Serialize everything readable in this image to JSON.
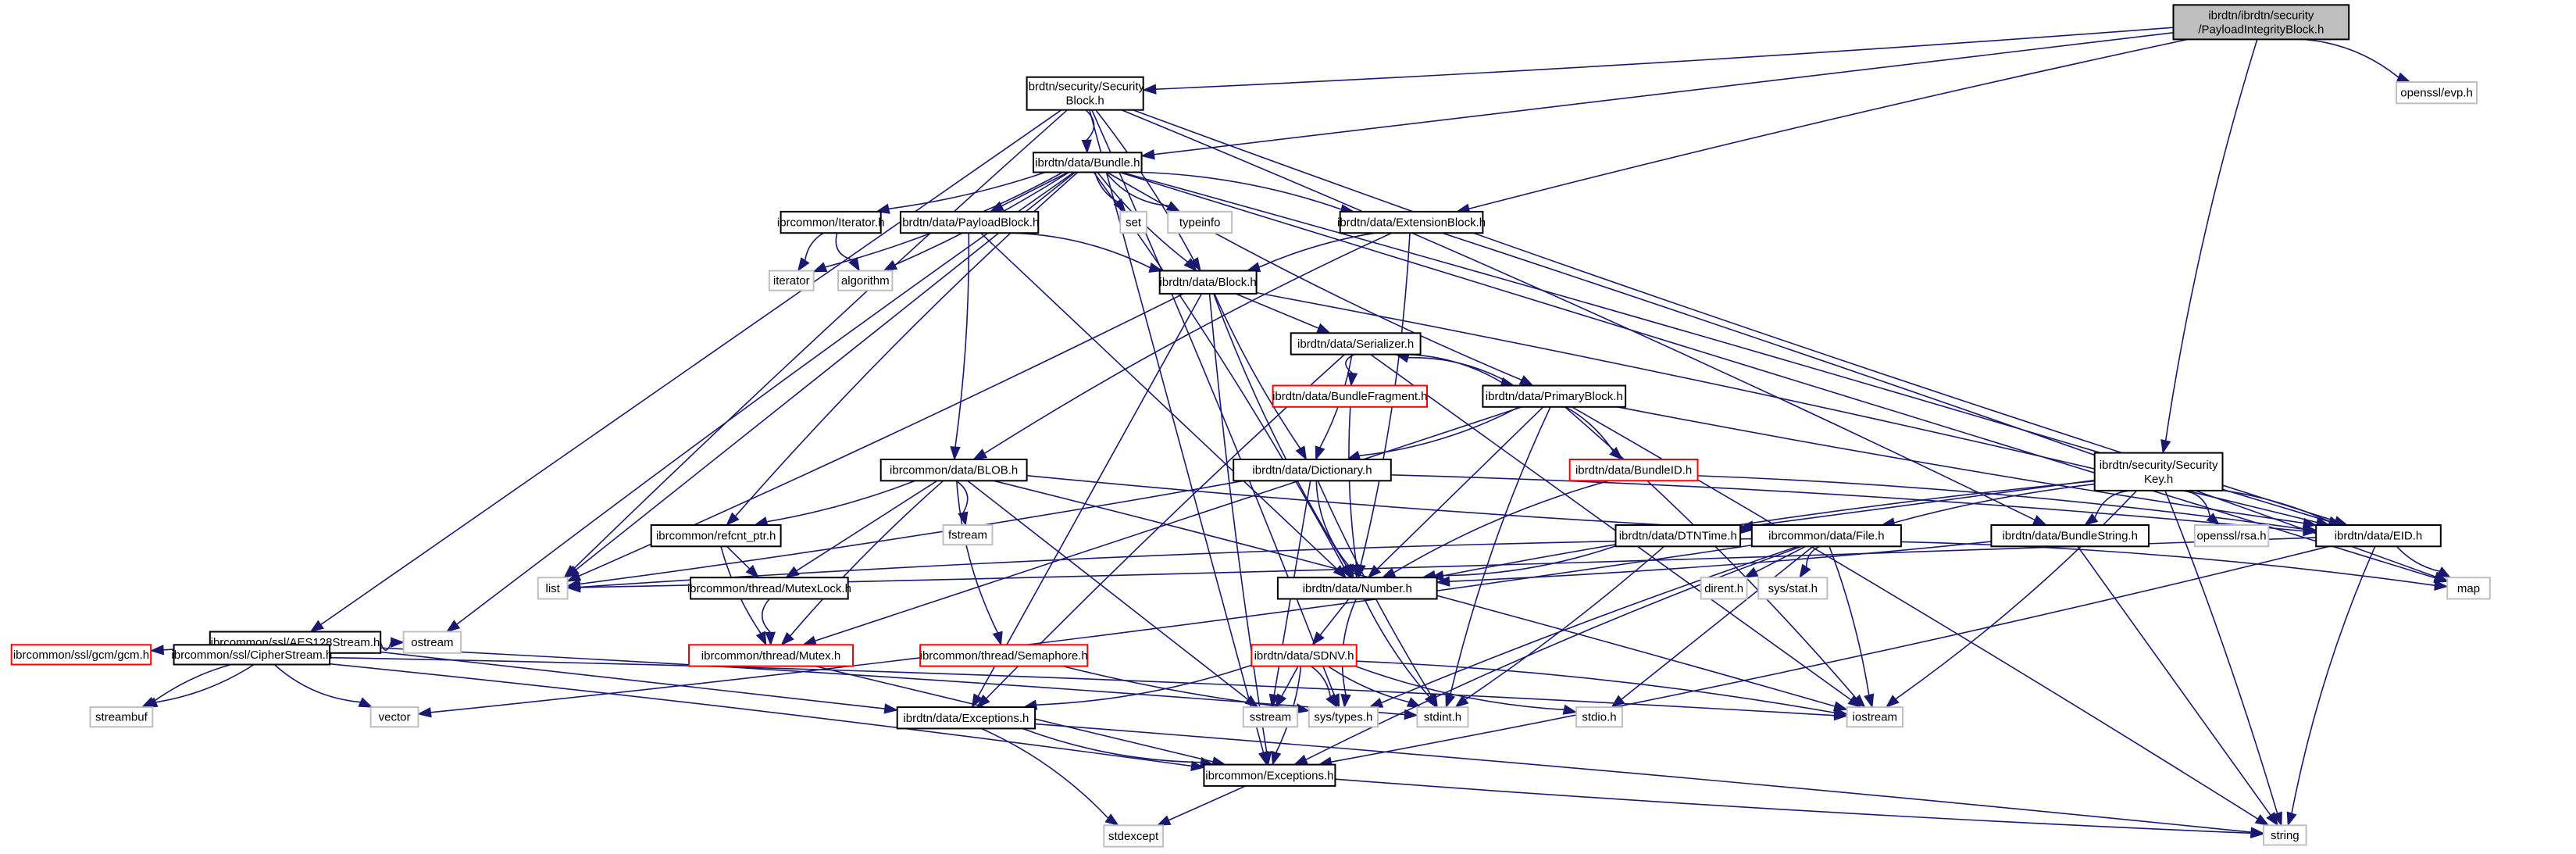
{
  "title": "Include dependency graph for ibrdtn/ibrdtn/security/PayloadIntegrityBlock.h",
  "colors": {
    "edge": "#191970",
    "root_fill": "#bfbfbf",
    "documented_border": "#000000",
    "undocumented_border": "#ff0000",
    "external_border": "#bfbfbf"
  },
  "nodes": [
    {
      "id": "pib",
      "lines": [
        "ibrdtn/ibrdtn/security",
        "/PayloadIntegrityBlock.h"
      ],
      "kind": "root"
    },
    {
      "id": "evp",
      "lines": [
        "openssl/evp.h"
      ],
      "kind": "external"
    },
    {
      "id": "secblock",
      "lines": [
        "ibrdtn/security/Security",
        "Block.h"
      ],
      "kind": "documented"
    },
    {
      "id": "bundle",
      "lines": [
        "ibrdtn/data/Bundle.h"
      ],
      "kind": "documented"
    },
    {
      "id": "set",
      "lines": [
        "set"
      ],
      "kind": "external"
    },
    {
      "id": "typeinfo",
      "lines": [
        "typeinfo"
      ],
      "kind": "external"
    },
    {
      "id": "extblock",
      "lines": [
        "ibrdtn/data/ExtensionBlock.h"
      ],
      "kind": "documented"
    },
    {
      "id": "iteratorh",
      "lines": [
        "ibrcommon/Iterator.h"
      ],
      "kind": "documented"
    },
    {
      "id": "iterator",
      "lines": [
        "iterator"
      ],
      "kind": "external"
    },
    {
      "id": "algorithm",
      "lines": [
        "algorithm"
      ],
      "kind": "external"
    },
    {
      "id": "payloadblock",
      "lines": [
        "ibrdtn/data/PayloadBlock.h"
      ],
      "kind": "documented"
    },
    {
      "id": "block",
      "lines": [
        "ibrdtn/data/Block.h"
      ],
      "kind": "documented"
    },
    {
      "id": "serializer",
      "lines": [
        "ibrdtn/data/Serializer.h"
      ],
      "kind": "documented"
    },
    {
      "id": "bfrag",
      "lines": [
        "ibrdtn/data/BundleFragment.h"
      ],
      "kind": "undocumented"
    },
    {
      "id": "primary",
      "lines": [
        "ibrdtn/data/PrimaryBlock.h"
      ],
      "kind": "documented"
    },
    {
      "id": "blob",
      "lines": [
        "ibrcommon/data/BLOB.h"
      ],
      "kind": "documented"
    },
    {
      "id": "dict",
      "lines": [
        "ibrdtn/data/Dictionary.h"
      ],
      "kind": "documented"
    },
    {
      "id": "bundleid",
      "lines": [
        "ibrdtn/data/BundleID.h"
      ],
      "kind": "undocumented"
    },
    {
      "id": "seckey",
      "lines": [
        "ibrdtn/security/Security",
        "Key.h"
      ],
      "kind": "documented"
    },
    {
      "id": "refcnt",
      "lines": [
        "ibrcommon/refcnt_ptr.h"
      ],
      "kind": "documented"
    },
    {
      "id": "fstream",
      "lines": [
        "fstream"
      ],
      "kind": "external"
    },
    {
      "id": "dtntime",
      "lines": [
        "ibrdtn/data/DTNTime.h"
      ],
      "kind": "documented"
    },
    {
      "id": "file",
      "lines": [
        "ibrcommon/data/File.h"
      ],
      "kind": "documented"
    },
    {
      "id": "bstring",
      "lines": [
        "ibrdtn/data/BundleString.h"
      ],
      "kind": "documented"
    },
    {
      "id": "rsa",
      "lines": [
        "openssl/rsa.h"
      ],
      "kind": "external"
    },
    {
      "id": "eid",
      "lines": [
        "ibrdtn/data/EID.h"
      ],
      "kind": "documented"
    },
    {
      "id": "list",
      "lines": [
        "list"
      ],
      "kind": "external"
    },
    {
      "id": "mutexlock",
      "lines": [
        "ibrcommon/thread/MutexLock.h"
      ],
      "kind": "documented"
    },
    {
      "id": "number",
      "lines": [
        "ibrdtn/data/Number.h"
      ],
      "kind": "documented"
    },
    {
      "id": "dirent",
      "lines": [
        "dirent.h"
      ],
      "kind": "external"
    },
    {
      "id": "sysstat",
      "lines": [
        "sys/stat.h"
      ],
      "kind": "external"
    },
    {
      "id": "map",
      "lines": [
        "map"
      ],
      "kind": "external"
    },
    {
      "id": "aes",
      "lines": [
        "ibrcommon/ssl/AES128Stream.h"
      ],
      "kind": "documented"
    },
    {
      "id": "ostream",
      "lines": [
        "ostream"
      ],
      "kind": "external"
    },
    {
      "id": "gcm",
      "lines": [
        "ibrcommon/ssl/gcm/gcm.h"
      ],
      "kind": "undocumented"
    },
    {
      "id": "cipher",
      "lines": [
        "ibrcommon/ssl/CipherStream.h"
      ],
      "kind": "documented"
    },
    {
      "id": "mutex",
      "lines": [
        "ibrcommon/thread/Mutex.h"
      ],
      "kind": "undocumented"
    },
    {
      "id": "semaphore",
      "lines": [
        "ibrcommon/thread/Semaphore.h"
      ],
      "kind": "undocumented"
    },
    {
      "id": "sdnv",
      "lines": [
        "ibrdtn/data/SDNV.h"
      ],
      "kind": "undocumented"
    },
    {
      "id": "streambuf",
      "lines": [
        "streambuf"
      ],
      "kind": "external"
    },
    {
      "id": "vector",
      "lines": [
        "vector"
      ],
      "kind": "external"
    },
    {
      "id": "dexc",
      "lines": [
        "ibrdtn/data/Exceptions.h"
      ],
      "kind": "documented"
    },
    {
      "id": "systypes",
      "lines": [
        "sys/types.h"
      ],
      "kind": "external"
    },
    {
      "id": "sstream",
      "lines": [
        "sstream"
      ],
      "kind": "external"
    },
    {
      "id": "stdint",
      "lines": [
        "stdint.h"
      ],
      "kind": "external"
    },
    {
      "id": "stdio",
      "lines": [
        "stdio.h"
      ],
      "kind": "external"
    },
    {
      "id": "iostream",
      "lines": [
        "iostream"
      ],
      "kind": "external"
    },
    {
      "id": "cexc",
      "lines": [
        "ibrcommon/Exceptions.h"
      ],
      "kind": "documented"
    },
    {
      "id": "stdexcept",
      "lines": [
        "stdexcept"
      ],
      "kind": "external"
    },
    {
      "id": "string",
      "lines": [
        "string"
      ],
      "kind": "external"
    }
  ],
  "edges": [
    [
      "pib",
      "evp"
    ],
    [
      "pib",
      "secblock"
    ],
    [
      "pib",
      "bundle"
    ],
    [
      "pib",
      "extblock"
    ],
    [
      "pib",
      "seckey"
    ],
    [
      "secblock",
      "bundle"
    ],
    [
      "secblock",
      "block"
    ],
    [
      "secblock",
      "aes"
    ],
    [
      "secblock",
      "list"
    ],
    [
      "secblock",
      "eid"
    ],
    [
      "secblock",
      "bstring"
    ],
    [
      "secblock",
      "systypes"
    ],
    [
      "secblock",
      "cexc"
    ],
    [
      "bundle",
      "set"
    ],
    [
      "bundle",
      "typeinfo"
    ],
    [
      "bundle",
      "extblock"
    ],
    [
      "bundle",
      "iteratorh"
    ],
    [
      "bundle",
      "payloadblock"
    ],
    [
      "bundle",
      "block"
    ],
    [
      "bundle",
      "primary"
    ],
    [
      "bundle",
      "iterator"
    ],
    [
      "bundle",
      "algorithm"
    ],
    [
      "bundle",
      "list"
    ],
    [
      "bundle",
      "ostream"
    ],
    [
      "bundle",
      "refcnt"
    ],
    [
      "bundle",
      "number"
    ],
    [
      "bundle",
      "eid"
    ],
    [
      "bundle",
      "map"
    ],
    [
      "iteratorh",
      "iterator"
    ],
    [
      "iteratorh",
      "algorithm"
    ],
    [
      "payloadblock",
      "block"
    ],
    [
      "payloadblock",
      "blob"
    ],
    [
      "payloadblock",
      "number"
    ],
    [
      "extblock",
      "block"
    ],
    [
      "extblock",
      "blob"
    ],
    [
      "extblock",
      "number"
    ],
    [
      "extblock",
      "map"
    ],
    [
      "block",
      "serializer"
    ],
    [
      "block",
      "dict"
    ],
    [
      "block",
      "number"
    ],
    [
      "block",
      "eid"
    ],
    [
      "block",
      "list"
    ],
    [
      "block",
      "dexc"
    ],
    [
      "block",
      "cexc"
    ],
    [
      "serializer",
      "bfrag"
    ],
    [
      "serializer",
      "primary"
    ],
    [
      "serializer",
      "dict"
    ],
    [
      "serializer",
      "iostream"
    ],
    [
      "serializer",
      "dexc"
    ],
    [
      "primary",
      "serializer"
    ],
    [
      "primary",
      "dict"
    ],
    [
      "primary",
      "bundleid"
    ],
    [
      "primary",
      "number"
    ],
    [
      "primary",
      "eid"
    ],
    [
      "primary",
      "stdint"
    ],
    [
      "primary",
      "iostream"
    ],
    [
      "primary",
      "string"
    ],
    [
      "primary",
      "mutex"
    ],
    [
      "bfrag",
      "number"
    ],
    [
      "bundleid",
      "number"
    ],
    [
      "bundleid",
      "eid"
    ],
    [
      "blob",
      "refcnt"
    ],
    [
      "blob",
      "mutexlock"
    ],
    [
      "blob",
      "mutex"
    ],
    [
      "blob",
      "semaphore"
    ],
    [
      "blob",
      "fstream"
    ],
    [
      "blob",
      "iostream"
    ],
    [
      "blob",
      "sstream"
    ],
    [
      "blob",
      "file"
    ],
    [
      "dict",
      "number"
    ],
    [
      "dict",
      "eid"
    ],
    [
      "dict",
      "list"
    ],
    [
      "dict",
      "sstream"
    ],
    [
      "dict",
      "stdint"
    ],
    [
      "seckey",
      "bstring"
    ],
    [
      "seckey",
      "rsa"
    ],
    [
      "seckey",
      "eid"
    ],
    [
      "seckey",
      "dtntime"
    ],
    [
      "seckey",
      "file"
    ],
    [
      "seckey",
      "number"
    ],
    [
      "seckey",
      "iostream"
    ],
    [
      "seckey",
      "string"
    ],
    [
      "refcnt",
      "mutexlock"
    ],
    [
      "refcnt",
      "mutex"
    ],
    [
      "mutexlock",
      "mutex"
    ],
    [
      "dtntime",
      "number"
    ],
    [
      "dtntime",
      "stdint"
    ],
    [
      "file",
      "dirent"
    ],
    [
      "file",
      "sysstat"
    ],
    [
      "file",
      "list"
    ],
    [
      "file",
      "map"
    ],
    [
      "file",
      "iostream"
    ],
    [
      "file",
      "stdio"
    ],
    [
      "file",
      "systypes"
    ],
    [
      "file",
      "cexc"
    ],
    [
      "file",
      "vector"
    ],
    [
      "bstring",
      "number"
    ],
    [
      "bstring",
      "string"
    ],
    [
      "eid",
      "map"
    ],
    [
      "eid",
      "string"
    ],
    [
      "eid",
      "cexc"
    ],
    [
      "eid",
      "list"
    ],
    [
      "number",
      "sdnv"
    ],
    [
      "number",
      "stdint"
    ],
    [
      "number",
      "systypes"
    ],
    [
      "sdnv",
      "dexc"
    ],
    [
      "sdnv",
      "systypes"
    ],
    [
      "sdnv",
      "sstream"
    ],
    [
      "sdnv",
      "stdint"
    ],
    [
      "sdnv",
      "stdio"
    ],
    [
      "sdnv",
      "iostream"
    ],
    [
      "sdnv",
      "cexc"
    ],
    [
      "aes",
      "gcm"
    ],
    [
      "aes",
      "cipher"
    ],
    [
      "aes",
      "ostream"
    ],
    [
      "aes",
      "streambuf"
    ],
    [
      "aes",
      "stdint"
    ],
    [
      "aes",
      "dexc"
    ],
    [
      "cipher",
      "streambuf"
    ],
    [
      "cipher",
      "vector"
    ],
    [
      "cipher",
      "iostream"
    ],
    [
      "cipher",
      "cexc"
    ],
    [
      "mutex",
      "cexc"
    ],
    [
      "semaphore",
      "systypes"
    ],
    [
      "dexc",
      "cexc"
    ],
    [
      "dexc",
      "stdexcept"
    ],
    [
      "dexc",
      "string"
    ],
    [
      "cexc",
      "stdexcept"
    ],
    [
      "cexc",
      "string"
    ]
  ]
}
